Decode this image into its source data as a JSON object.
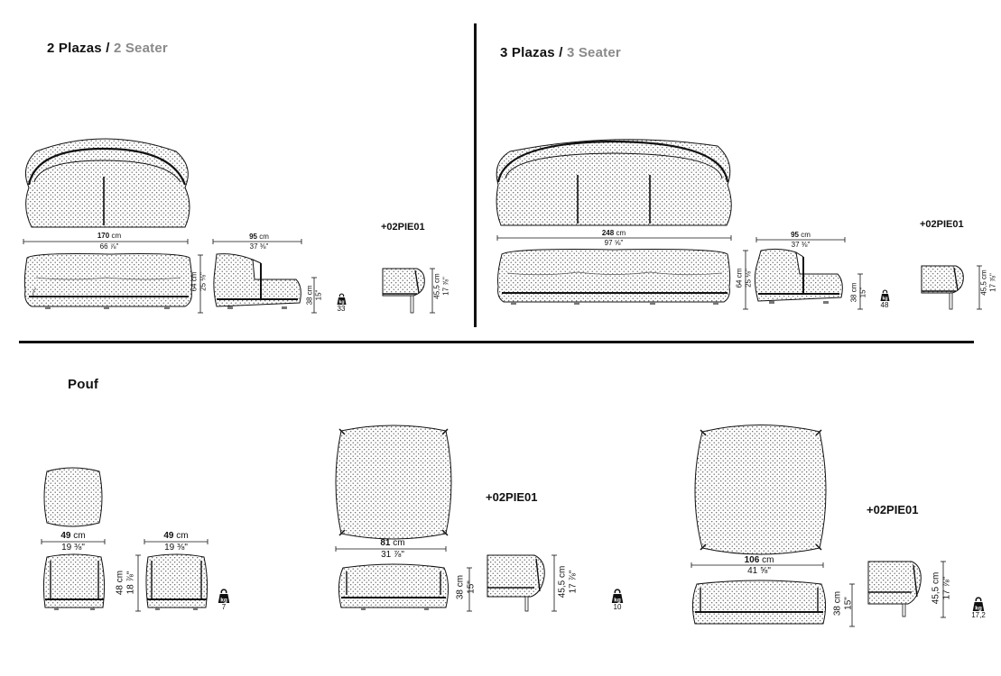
{
  "sections": {
    "two_seater": {
      "title_es": "2 Plazas",
      "separator": "/",
      "title_en": "2 Seater",
      "width_cm": "170",
      "width_unit": "cm",
      "width_in": "66 ⅞\"",
      "depth_cm": "95",
      "depth_unit": "cm",
      "depth_in": "37 ⅜\"",
      "height_cm": "64 cm",
      "height_in": "25 ⅛\"",
      "seat_cm": "38 cm",
      "seat_in": "15\"",
      "weight_unit": "kg",
      "weight": "33",
      "option_code": "+02PIE01",
      "option_height_cm": "45,5 cm",
      "option_height_in": "17 ⅞\""
    },
    "three_seater": {
      "title_es": "3 Plazas",
      "separator": "/",
      "title_en": "3 Seater",
      "width_cm": "248",
      "width_unit": "cm",
      "width_in": "97 ⅝\"",
      "depth_cm": "95",
      "depth_unit": "cm",
      "depth_in": "37 ⅜\"",
      "height_cm": "64 cm",
      "height_in": "25 ⅛\"",
      "seat_cm": "38 cm",
      "seat_in": "15\"",
      "weight_unit": "kg",
      "weight": "48",
      "option_code": "+02PIE01",
      "option_height_cm": "45,5 cm",
      "option_height_in": "17 ⅞\""
    },
    "pouf": {
      "title": "Pouf",
      "small": {
        "width_cm": "49",
        "width_unit": "cm",
        "width_in": "19 ⅜\"",
        "depth_cm": "49",
        "depth_unit": "cm",
        "depth_in": "19 ⅜\"",
        "height_cm": "48 cm",
        "height_in": "18 ⅞\"",
        "weight_unit": "kg",
        "weight": "7"
      },
      "medium": {
        "width_cm": "81",
        "width_unit": "cm",
        "width_in": "31 ⅞\"",
        "height_cm": "38 cm",
        "height_in": "15\"",
        "option_code": "+02PIE01",
        "option_height_cm": "45,5 cm",
        "option_height_in": "17 ⅞\"",
        "weight_unit": "kg",
        "weight": "10"
      },
      "large": {
        "width_cm": "106",
        "width_unit": "cm",
        "width_in": "41 ⅝\"",
        "height_cm": "38 cm",
        "height_in": "15\"",
        "option_code": "+02PIE01",
        "option_height_cm": "45,5 cm",
        "option_height_in": "17 ⅞\"",
        "weight_unit": "kg",
        "weight": "17,2"
      }
    }
  },
  "colors": {
    "line": "#111111",
    "title_en": "#8a8a8a",
    "fabric_dots": "#555555"
  },
  "icons": [
    "kg-weight-icon"
  ]
}
